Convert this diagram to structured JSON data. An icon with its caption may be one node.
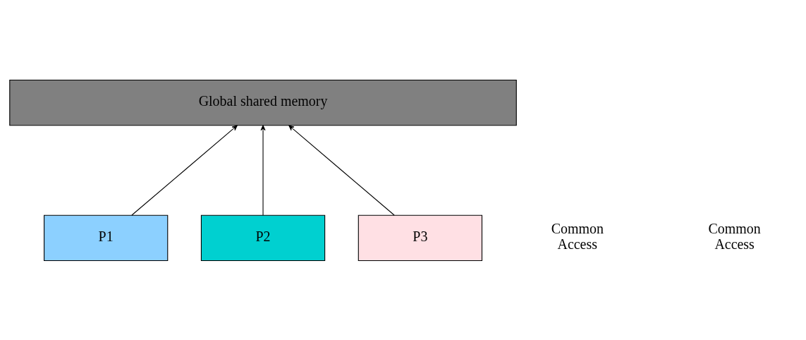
{
  "diagram": {
    "nodes": [
      {
        "text": [
          "Global shared memory"
        ]
      },
      {
        "text": [
          "P1"
        ]
      },
      {
        "text": [
          "P2"
        ]
      },
      {
        "text": [
          "P3"
        ]
      }
    ],
    "edges": [
      {
        "from": 1,
        "to": 0,
        "arrow": "to"
      },
      {
        "from": 2,
        "to": 0,
        "arrow": "to"
      },
      {
        "from": 3,
        "to": 0,
        "arrow": "to"
      }
    ],
    "labels": [
      "Common Access",
      "Common Access"
    ]
  }
}
